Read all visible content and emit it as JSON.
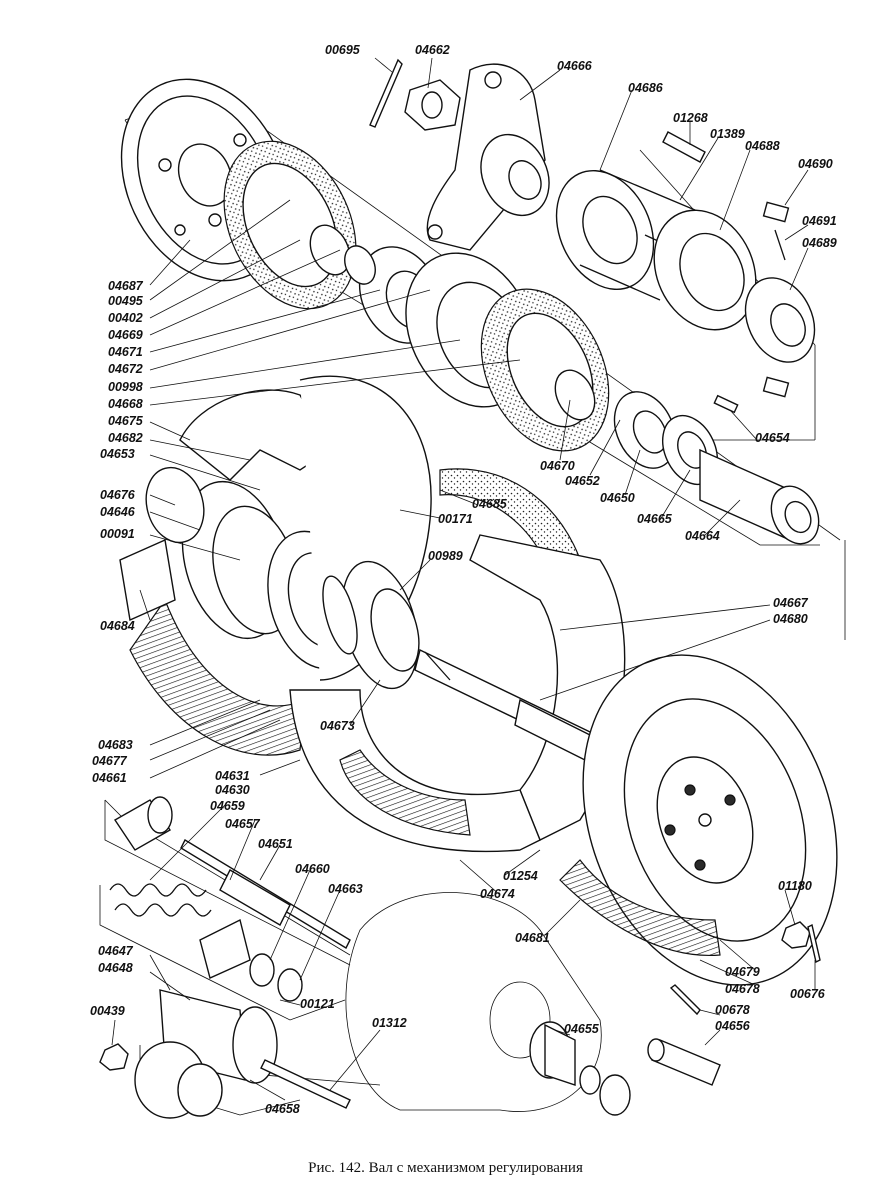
{
  "caption": "Рис. 142. Вал с механизмом регулирования",
  "labels": {
    "l00695": "00695",
    "l04662": "04662",
    "l04666": "04666",
    "l04686": "04686",
    "l01268": "01268",
    "l01389": "01389",
    "l04688": "04688",
    "l04690": "04690",
    "l04691": "04691",
    "l04689": "04689",
    "l04687": "04687",
    "l00495": "00495",
    "l00402": "00402",
    "l04669": "04669",
    "l04671": "04671",
    "l04672": "04672",
    "l00998": "00998",
    "l04668": "04668",
    "l04675": "04675",
    "l04682": "04682",
    "l04653": "04653",
    "l04654": "04654",
    "l04670": "04670",
    "l04652": "04652",
    "l04650": "04650",
    "l04665": "04665",
    "l04664": "04664",
    "l04685": "04685",
    "l00171": "00171",
    "l04676": "04676",
    "l04646": "04646",
    "l00091": "00091",
    "l00989": "00989",
    "l04684": "04684",
    "l04667": "04667",
    "l04680": "04680",
    "l04673": "04673",
    "l04683": "04683",
    "l04677": "04677",
    "l04661": "04661",
    "l04631": "04631",
    "l04630": "04630",
    "l04659": "04659",
    "l04657": "04657",
    "l04651": "04651",
    "l04660": "04660",
    "l04663": "04663",
    "l01254": "01254",
    "l04674": "04674",
    "l04681": "04681",
    "l01180": "01180",
    "l04679": "04679",
    "l04678": "04678",
    "l00676": "00676",
    "l04647": "04647",
    "l04648": "04648",
    "l00439": "00439",
    "l00121": "00121",
    "l01312": "01312",
    "l04655": "04655",
    "l00678": "00678",
    "l04656": "04656",
    "l04658": "04658"
  }
}
